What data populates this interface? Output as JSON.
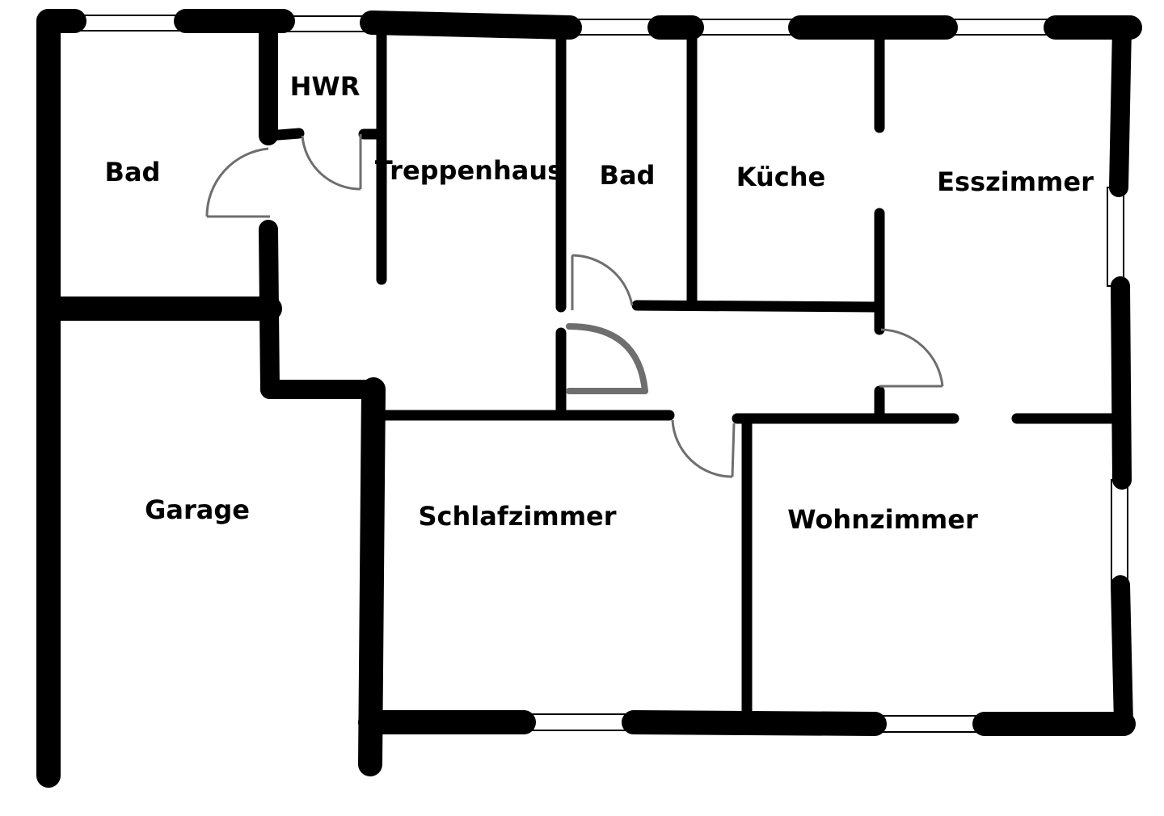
{
  "plan": {
    "rooms": {
      "bad_1": "Bad",
      "hwr": "HWR",
      "treppenhaus": "Treppenhaus",
      "bad_2": "Bad",
      "kueche": "Küche",
      "esszimmer": "Esszimmer",
      "garage": "Garage",
      "schlafzimmer": "Schlafzimmer",
      "wohnzimmer": "Wohnzimmer"
    },
    "colors": {
      "wall": "#000000",
      "door": "#6e6e6e",
      "background": "#ffffff"
    }
  }
}
